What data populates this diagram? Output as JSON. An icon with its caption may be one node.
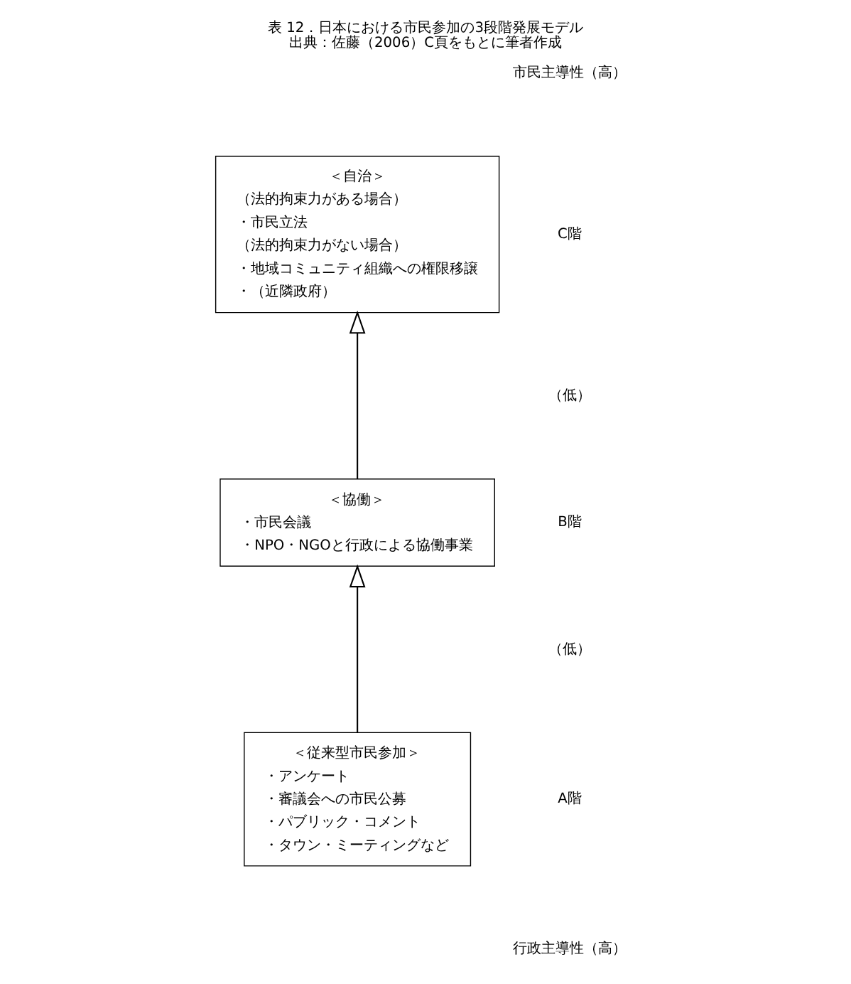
{
  "diagram": {
    "title": "表 12．日本における市民参加の3段階発展モデル",
    "caption": "出典：佐藤（2006）C頁をもとに筆者作成",
    "nodes": [
      {
        "text": [
          "＜自治＞",
          "（法的拘束力がある場合）",
          "・市民立法",
          "（法的拘束力がない場合）",
          "・地域コミュニティ組織への権限移譲",
          "・（近隣政府）"
        ]
      },
      {
        "text": [
          "＜協働＞",
          "・市民会議",
          "・NPO・NGOと行政による協働事業"
        ]
      },
      {
        "text": [
          "＜従来型市民参加＞",
          "・アンケート",
          "・審議会への市民公募",
          "・パブリック・コメント",
          "・タウン・ミーティングなど"
        ]
      }
    ],
    "edges": [
      {
        "from": 2,
        "to": 1,
        "arrow": "to"
      },
      {
        "from": 1,
        "to": 0,
        "arrow": "to"
      }
    ],
    "labels": [
      "市民主導性（高）",
      "C階",
      "（低）",
      "B階",
      "（低）",
      "A階",
      "行政主導性（高）"
    ]
  }
}
